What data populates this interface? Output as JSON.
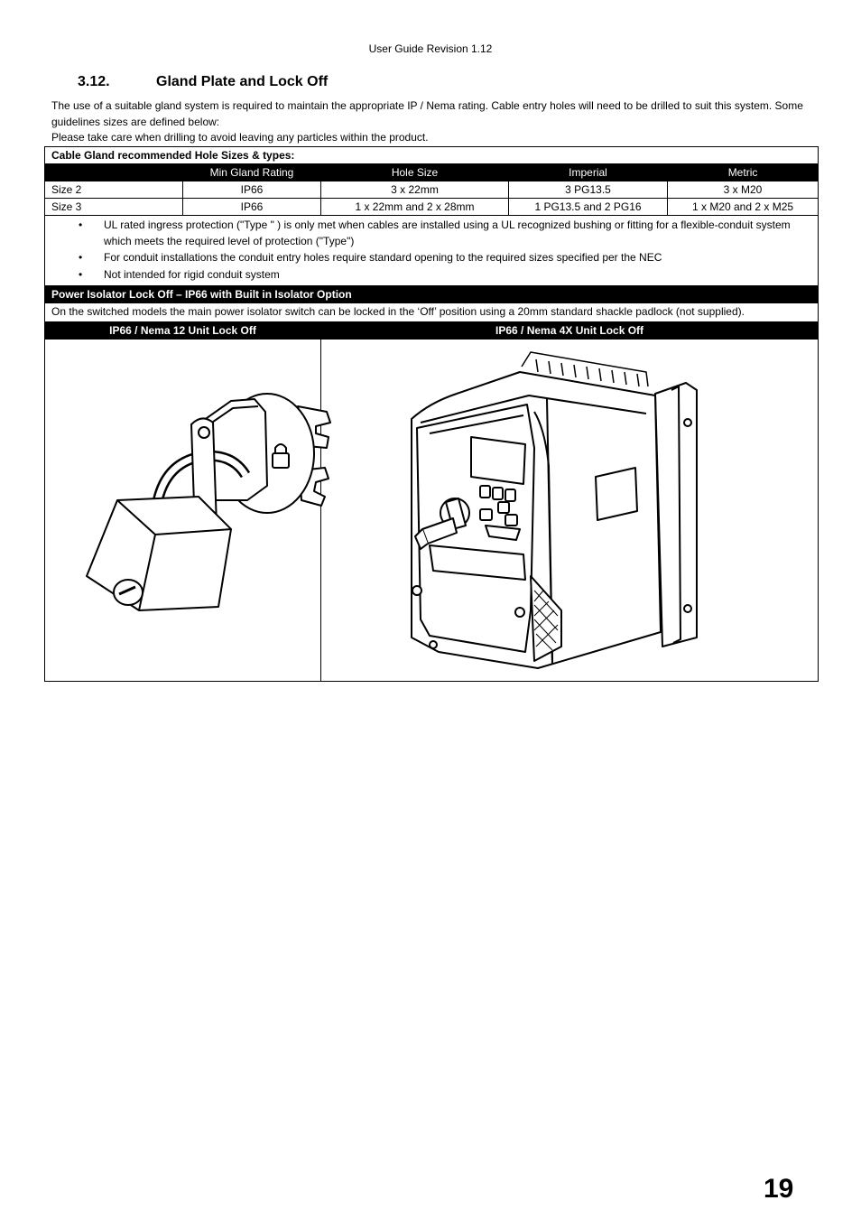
{
  "header": {
    "revision": "User Guide Revision 1.12"
  },
  "section": {
    "number": "3.12.",
    "title": "Gland Plate and Lock Off"
  },
  "intro": {
    "line1": "The use of a suitable gland system is required to maintain the appropriate IP / Nema rating.  Cable entry holes will need to be drilled to suit this system.  Some guidelines sizes are defined below:",
    "line2": "Please take care when drilling to avoid leaving any particles within the product."
  },
  "gland_table": {
    "title": "Cable Gland recommended Hole Sizes & types:",
    "headers": [
      "",
      "Min Gland Rating",
      "Hole Size",
      "Imperial",
      "Metric"
    ],
    "rows": [
      [
        "Size 2",
        "IP66",
        "3 x 22mm",
        "3 PG13.5",
        "3 x M20"
      ],
      [
        "Size 3",
        "IP66",
        "1 x 22mm and 2 x 28mm",
        "1 PG13.5 and 2 PG16",
        "1 x M20 and 2 x M25"
      ]
    ],
    "bullets": [
      "UL rated ingress protection (\"Type \" ) is only met when cables are installed using a UL recognized bushing or fitting for a flexible-conduit system which meets the required level of protection (\"Type\")",
      "For conduit installations the conduit entry holes require standard opening to the required sizes specified per the NEC",
      "Not intended  for  rigid conduit system"
    ],
    "bullet_symbol": "•"
  },
  "lock_off": {
    "title": "Power Isolator Lock Off – IP66 with Built in Isolator Option",
    "description": "On the switched models the main power isolator switch can be locked in the ‘Off’ position using a 20mm standard shackle padlock (not supplied).",
    "left_caption": "IP66 / Nema 12 Unit Lock Off",
    "right_caption": "IP66 / Nema 4X Unit Lock Off"
  },
  "page": {
    "number": "19"
  }
}
